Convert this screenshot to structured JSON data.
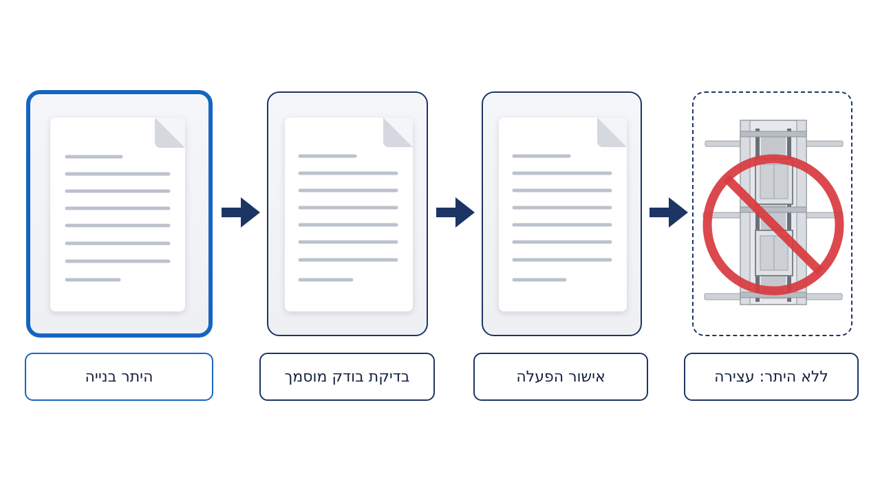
{
  "steps": [
    {
      "label": "היתר בנייה",
      "icon": "document-icon",
      "state": "current"
    },
    {
      "label": "בדיקת בודק מוסמך",
      "icon": "document-icon",
      "state": "pending"
    },
    {
      "label": "אישור הפעלה",
      "icon": "document-icon",
      "state": "pending"
    },
    {
      "label": "ללא היתר: עצירה",
      "icon": "prohibited-elevator-icon",
      "state": "blocked"
    }
  ],
  "connector_icon": "arrow-right-icon",
  "colors": {
    "accent": "#1565c0",
    "outline": "#1c3564",
    "prohibited": "#d83a3f",
    "doc_lines": "#bcc2cc"
  }
}
